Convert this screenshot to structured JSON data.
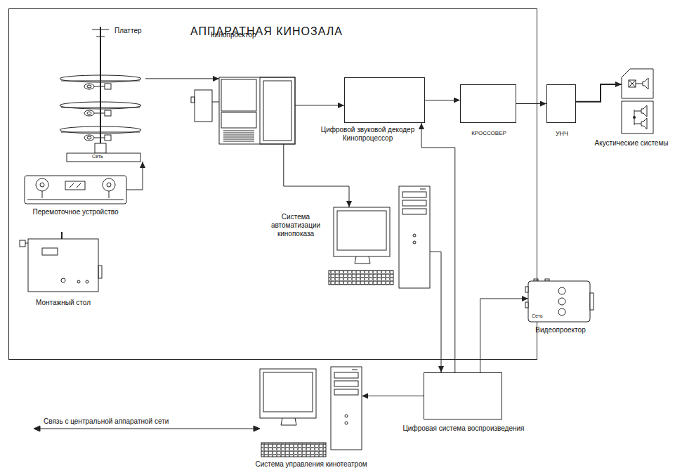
{
  "diagram": {
    "nodes": [
      {
        "text": [
          "АППАРАТНАЯ КИНОЗАЛА"
        ]
      },
      {
        "text": [
          "Платтер"
        ],
        "in": 0
      },
      {
        "text": [
          "Кинопроектор"
        ],
        "in": 0
      },
      {
        "text": [
          "Цифровой звуковой декодер Кинопроцессор"
        ],
        "in": 0
      },
      {
        "text": [
          "КРОССОВЕР"
        ],
        "in": 0
      },
      {
        "text": [
          "УНЧ"
        ]
      },
      {
        "text": [
          "Акустические системы"
        ]
      },
      {
        "text": [
          "Перемоточное устройство"
        ],
        "in": 0
      },
      {
        "text": [
          "Монтажный стол"
        ],
        "in": 0
      },
      {
        "text": [
          "Система автоматизации кинопоказа"
        ],
        "in": 0
      },
      {
        "text": [
          "Видеопроектор"
        ]
      },
      {
        "text": [
          "Цифровая система воспроизведения"
        ]
      },
      {
        "text": [
          "Система управления кинотеатром"
        ]
      }
    ],
    "edges": [
      {
        "from": 1,
        "to": 2,
        "arrow": "to"
      },
      {
        "from": 7,
        "to": 1,
        "arrow": "to"
      },
      {
        "from": 2,
        "to": 3,
        "arrow": "to"
      },
      {
        "from": 2,
        "to": 9,
        "arrow": "to"
      },
      {
        "from": 3,
        "to": 4,
        "arrow": "to"
      },
      {
        "from": 4,
        "to": 5,
        "arrow": "to"
      },
      {
        "from": 5,
        "to": 6,
        "arrow": "to"
      },
      {
        "from": 11,
        "to": 3,
        "arrow": "to"
      },
      {
        "from": 9,
        "to": 11,
        "arrow": "to"
      },
      {
        "from": 11,
        "to": 10,
        "arrow": "to"
      },
      {
        "from": 11,
        "to": 12,
        "arrow": "to"
      }
    ],
    "labels": [
      "Сеть",
      "Сеть",
      "Связь с центральной аппаратной сети"
    ]
  }
}
